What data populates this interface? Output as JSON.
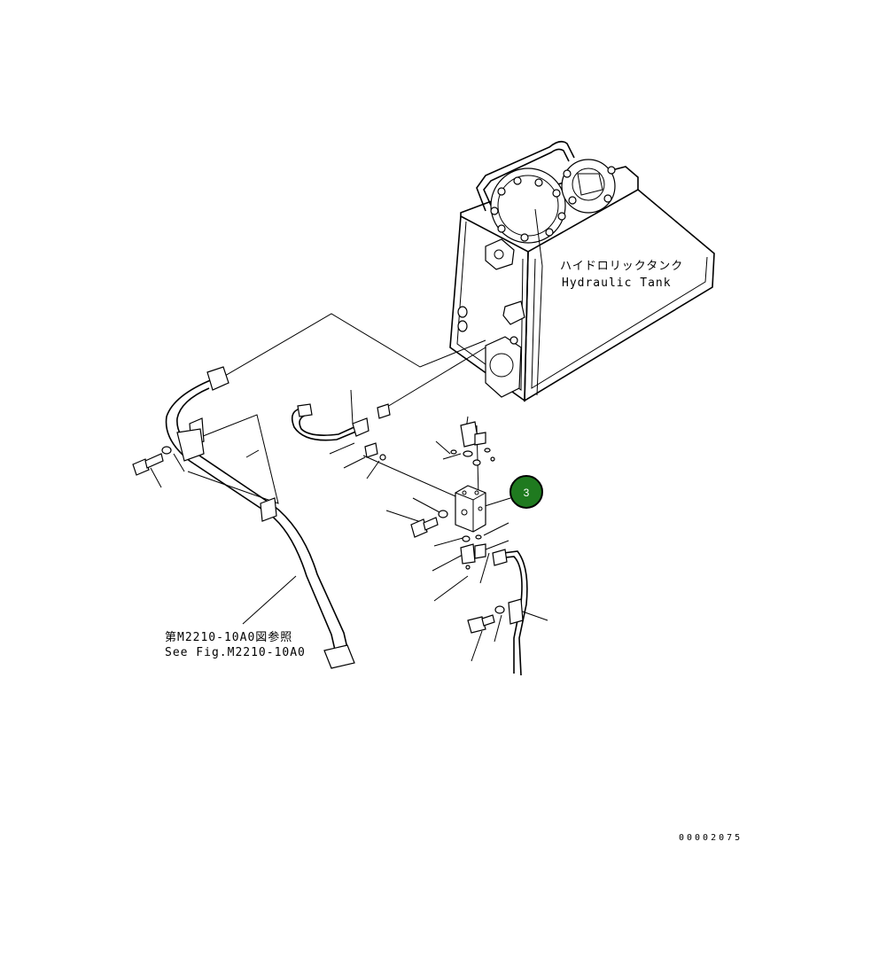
{
  "tank_label": {
    "jp": "ハイドロリックタンク",
    "en": "Hydraulic Tank"
  },
  "reference_label": {
    "jp": "第M2210-10A0図参照",
    "en": "See Fig.M2210-10A0"
  },
  "callout": {
    "number": "3",
    "color": "#1f7a1f"
  },
  "drawing_code": "00002075"
}
